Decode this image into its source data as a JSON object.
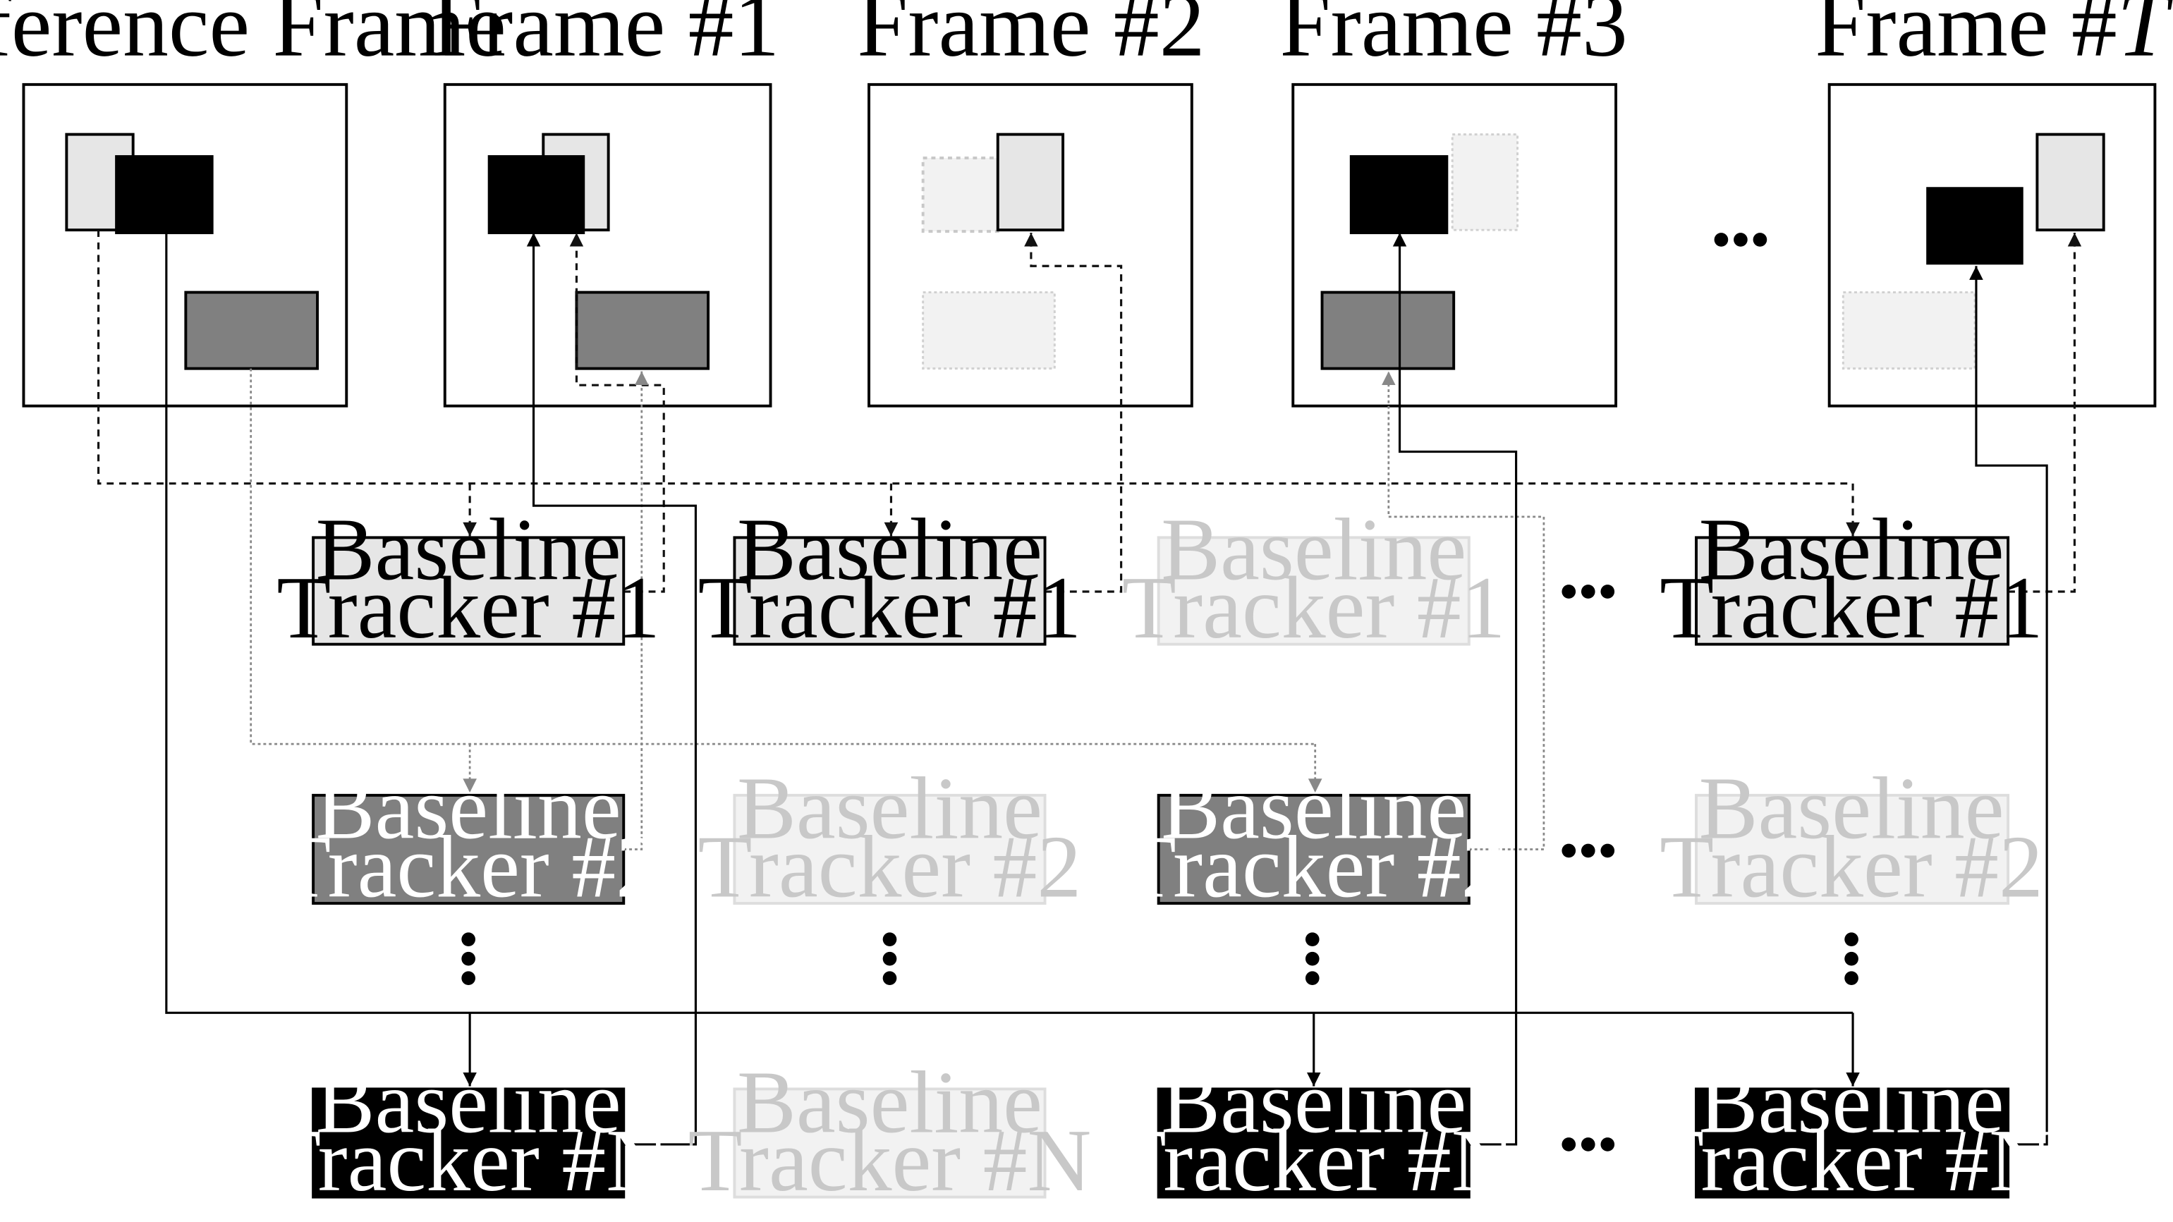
{
  "frames": {
    "reference": "Reference Frame",
    "f1": "Frame #1",
    "f2": "Frame #2",
    "f3": "Frame #3",
    "fT_prefix": "Frame #",
    "fT_suffix": "T"
  },
  "tracker": {
    "word": "Baseline",
    "t1": "Tracker #1",
    "t2": "Tracker #2",
    "tN": "Tracker #N"
  },
  "colors": {
    "tracker1_fill": "#e6e6e6",
    "tracker2_fill": "#808080",
    "trackerN_fill": "#000000",
    "inactive_fill": "#f2f2f2",
    "inactive_text": "#c8c8c8"
  }
}
